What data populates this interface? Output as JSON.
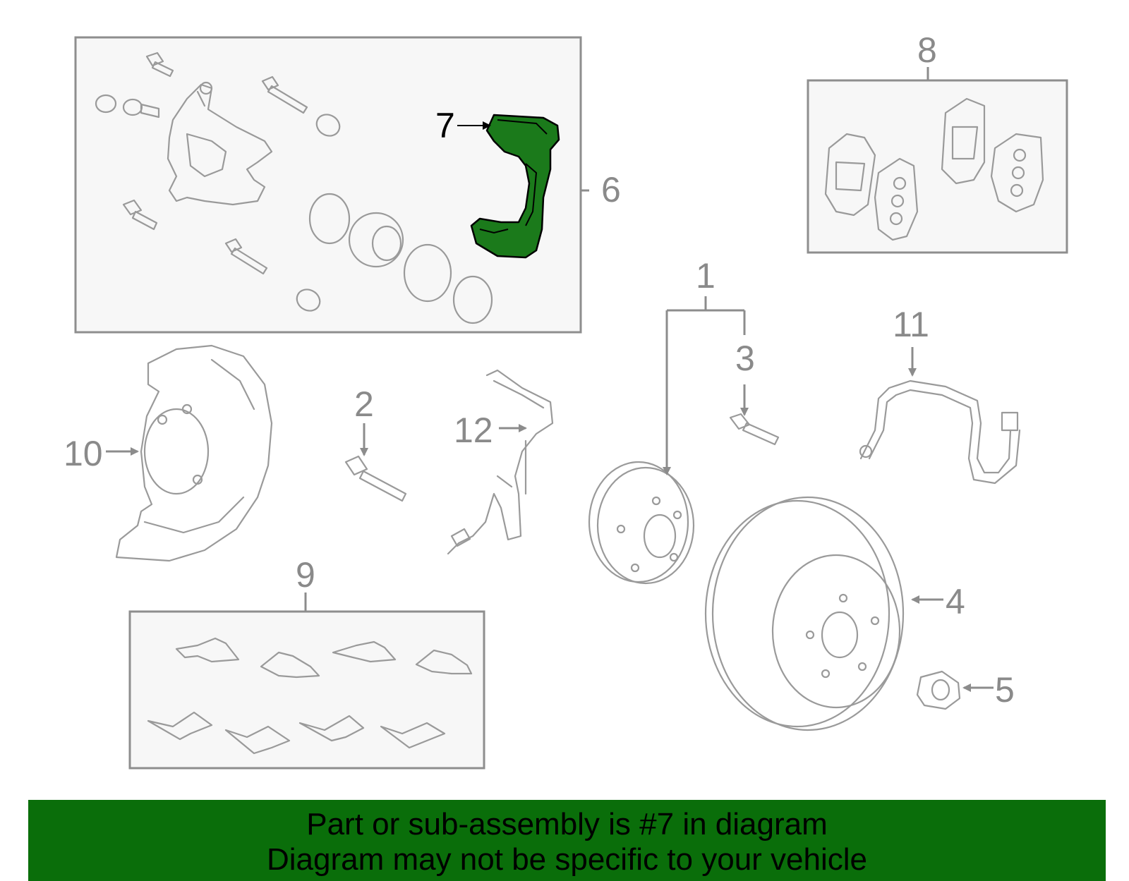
{
  "callouts": {
    "c1": "1",
    "c2": "2",
    "c3": "3",
    "c4": "4",
    "c5": "5",
    "c6": "6",
    "c7": "7",
    "c8": "8",
    "c9": "9",
    "c10": "10",
    "c11": "11",
    "c12": "12"
  },
  "highlighted_part": "7",
  "colors": {
    "highlight": "#1b7a1b",
    "banner": "#0a6e0a",
    "line_art": "#9a9a9a"
  },
  "banner": {
    "line1": "Part or sub-assembly is #7 in diagram",
    "line2": "Diagram may not be specific to your vehicle"
  }
}
